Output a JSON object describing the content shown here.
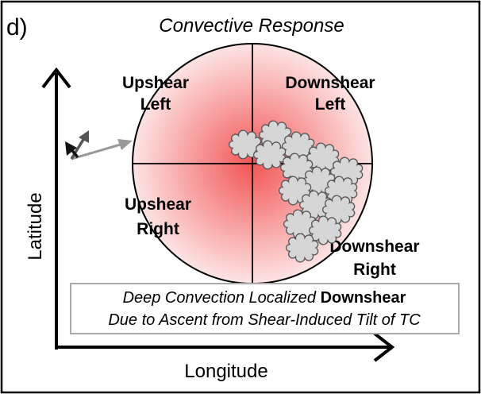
{
  "panel_label": "d)",
  "title": "Convective Response",
  "axes": {
    "x_label": "Longitude",
    "y_label": "Latitude"
  },
  "quadrants": {
    "upshear_left": [
      "Upshear",
      "Left"
    ],
    "downshear_left": [
      "Downshear",
      "Left"
    ],
    "upshear_right": [
      "Upshear",
      "Right"
    ],
    "downshear_right": [
      "Downshear",
      "Right"
    ]
  },
  "caption": {
    "line1_italic": "Deep Convection Localized ",
    "line1_bold": "Downshear",
    "line2_italic": "Due to Ascent from Shear-Induced Tilt of TC"
  },
  "colors": {
    "storm_center": "#f25555",
    "storm_edge": "#fde4e4",
    "cloud_fill": "#d6d6d6",
    "cloud_stroke": "#555555",
    "shear_arrow_dark": "#111111",
    "shear_arrow_mid": "#555555",
    "shear_arrow_light": "#999999",
    "frame": "#000000",
    "caption_border": "#aaaaaa"
  }
}
